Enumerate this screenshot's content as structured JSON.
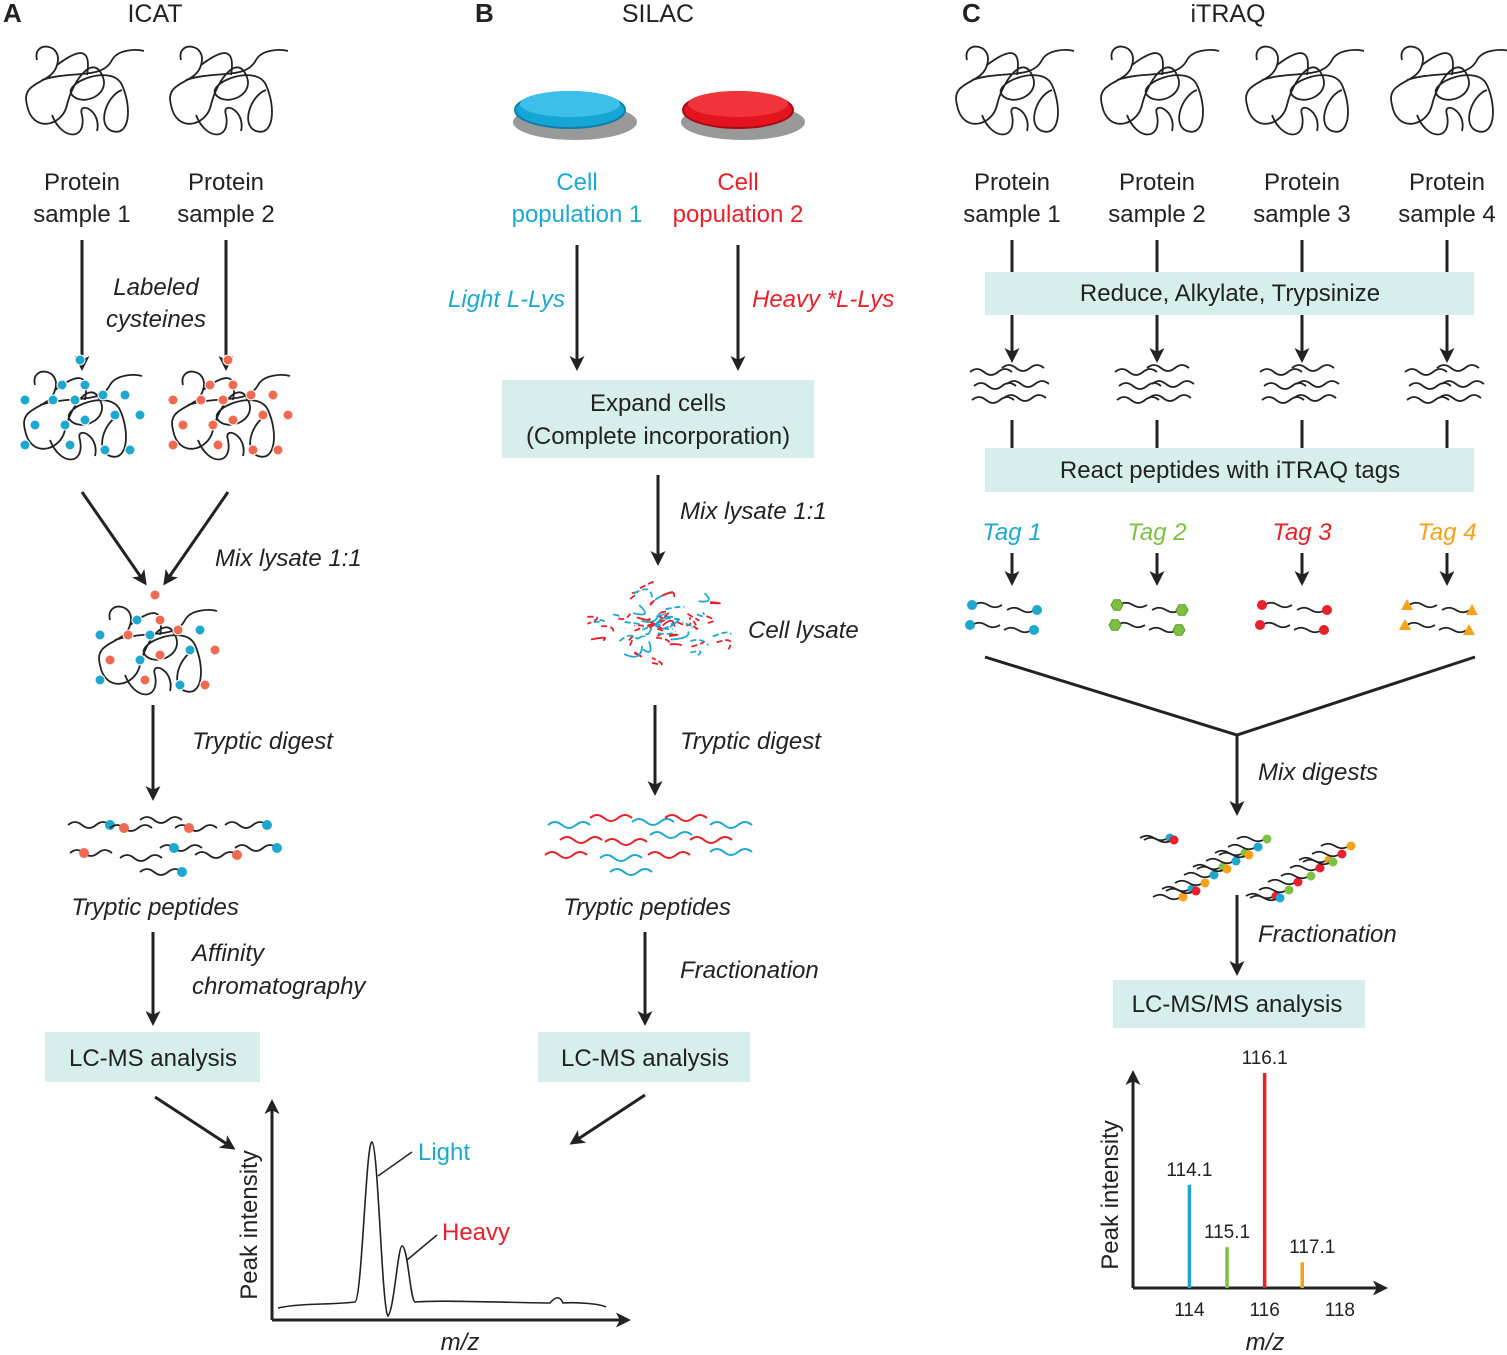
{
  "colors": {
    "cyan": "#1ea8d0",
    "red": "#e8202a",
    "green": "#7dc142",
    "orange": "#f5a21b",
    "salmon": "#ef6a50",
    "box": "#d6eeec"
  },
  "panelA": {
    "letter": "A",
    "title": "ICAT",
    "sample1": [
      "Protein",
      "sample 1"
    ],
    "sample2": [
      "Protein",
      "sample 2"
    ],
    "label_step": [
      "Labeled",
      "cysteines"
    ],
    "mix": "Mix lysate 1:1",
    "digest": "Tryptic digest",
    "peptides": "Tryptic peptides",
    "affinity": [
      "Affinity",
      "chromatography"
    ],
    "analysis": "LC-MS analysis"
  },
  "panelB": {
    "letter": "B",
    "title": "SILAC",
    "pop1": [
      "Cell",
      "population 1"
    ],
    "pop2": [
      "Cell",
      "population 2"
    ],
    "light": "Light L-Lys",
    "heavy": "Heavy *L-Lys",
    "expand": [
      "Expand cells",
      "(Complete incorporation)"
    ],
    "mix": "Mix lysate 1:1",
    "lysate": "Cell lysate",
    "digest": "Tryptic digest",
    "peptides": "Tryptic peptides",
    "fractionation": "Fractionation",
    "analysis": "LC-MS analysis"
  },
  "spectrumAB": {
    "ylabel": "Peak intensity",
    "xlabel": "m/z",
    "light": "Light",
    "heavy": "Heavy"
  },
  "panelC": {
    "letter": "C",
    "title": "iTRAQ",
    "samples": [
      [
        "Protein",
        "sample 1"
      ],
      [
        "Protein",
        "sample 2"
      ],
      [
        "Protein",
        "sample 3"
      ],
      [
        "Protein",
        "sample 4"
      ]
    ],
    "reduce": "Reduce, Alkylate, Trypsinize",
    "react": "React peptides with iTRAQ tags",
    "tags": [
      "Tag 1",
      "Tag 2",
      "Tag 3",
      "Tag 4"
    ],
    "mix": "Mix digests",
    "fractionation": "Fractionation",
    "analysis": "LC-MS/MS analysis"
  },
  "chart_data": {
    "type": "bar",
    "xlabel": "m/z",
    "ylabel": "Peak intensity",
    "xticks": [
      "114",
      "116",
      "118"
    ],
    "xlim": [
      112.5,
      119.2
    ],
    "peaks": [
      {
        "x": 114,
        "label": "114.1",
        "value": 48,
        "color": "#1ea8d0"
      },
      {
        "x": 115,
        "label": "115.1",
        "value": 19,
        "color": "#7dc142"
      },
      {
        "x": 116,
        "label": "116.1",
        "value": 100,
        "color": "#e8202a"
      },
      {
        "x": 117,
        "label": "117.1",
        "value": 12,
        "color": "#f5a21b"
      }
    ]
  }
}
